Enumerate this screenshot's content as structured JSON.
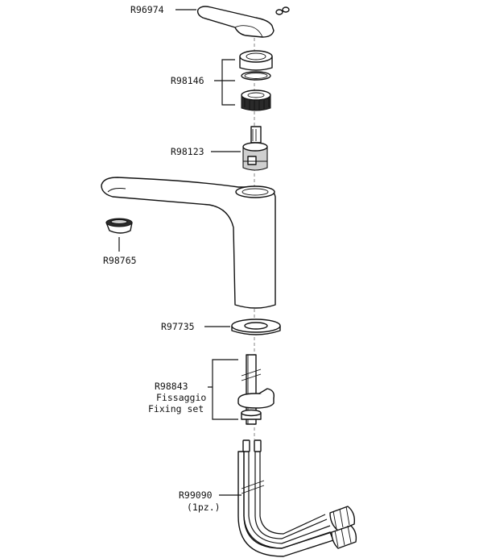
{
  "labels": {
    "handle": "R96974",
    "cartridge_seal_set": "R98146",
    "cartridge": "R98123",
    "aerator": "R98765",
    "base_ring": "R97735",
    "fixing_code": "R98843",
    "fixing_it": "Fissaggio",
    "fixing_en": "Fixing set",
    "hoses_code": "R99090",
    "hoses_qty": "(1pz.)"
  }
}
